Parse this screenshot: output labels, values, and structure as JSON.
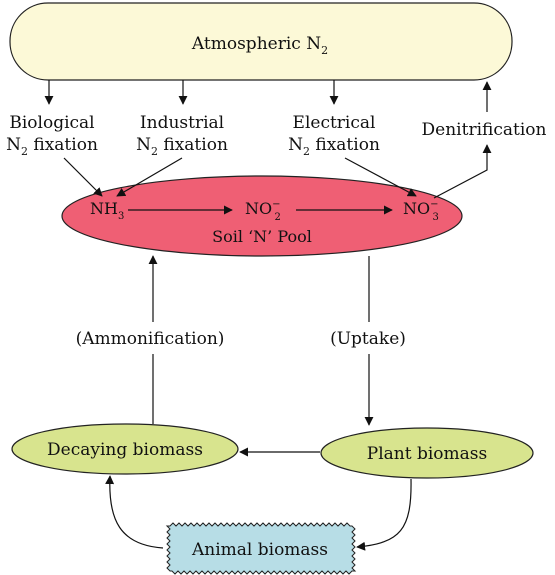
{
  "diagram": {
    "atmosphere": {
      "label": "Atmospheric N",
      "sub": "2"
    },
    "processes": {
      "biological": {
        "line1": "Biological",
        "line2_main": "N",
        "line2_sub": "2",
        "line2_rest": " fixation"
      },
      "industrial": {
        "line1": "Industrial",
        "line2_main": "N",
        "line2_sub": "2",
        "line2_rest": " fixation"
      },
      "electrical": {
        "line1": "Electrical",
        "line2_main": "N",
        "line2_sub": "2",
        "line2_rest": " fixation"
      },
      "denitrification": "Denitrification"
    },
    "soil_pool": {
      "label": "Soil ‘N’ Pool",
      "nh3": {
        "main": "NH",
        "sub": "3"
      },
      "no2": {
        "main": "NO",
        "sub": "2",
        "sup": "−"
      },
      "no3": {
        "main": "NO",
        "sub": "3",
        "sup": "−"
      }
    },
    "ammonification": "(Ammonification)",
    "uptake": "(Uptake)",
    "decaying_biomass": "Decaying biomass",
    "plant_biomass": "Plant biomass",
    "animal_biomass": "Animal biomass",
    "colors": {
      "atmosphere_fill": "#fcf9d7",
      "soil_fill": "#ef5f74",
      "biomass_fill": "#d8e48e",
      "animal_fill": "#b7dde6",
      "stroke": "#222222"
    }
  }
}
